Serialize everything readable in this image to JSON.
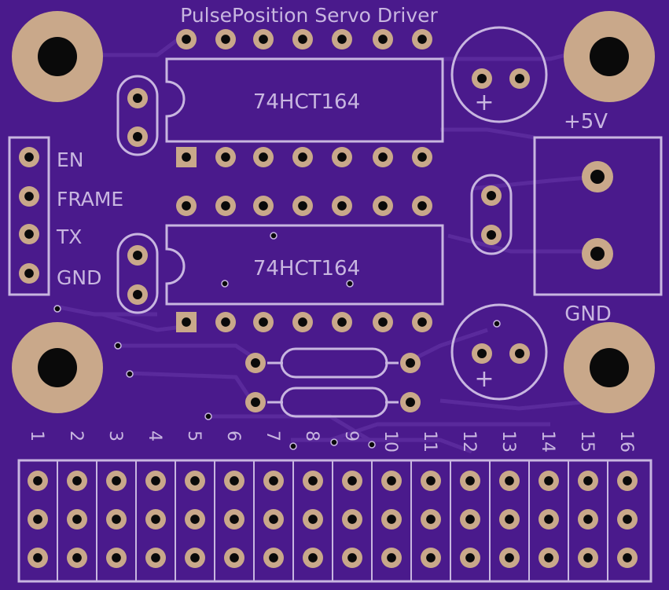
{
  "board": {
    "title": "PulsePosition Servo Driver",
    "chip_labels": [
      "74HCT164",
      "74HCT164"
    ],
    "power_plus_label": "+5V",
    "power_gnd_label": "GND",
    "cap_polarity_symbol": "+",
    "header_pins": [
      "EN",
      "FRAME",
      "TX",
      "GND"
    ],
    "servo_channels": [
      "1",
      "2",
      "3",
      "4",
      "5",
      "6",
      "7",
      "8",
      "9",
      "10",
      "11",
      "12",
      "13",
      "14",
      "15",
      "16"
    ]
  },
  "colors": {
    "board": "#4a1a8c",
    "silk": "#c8b6e0",
    "pad": "#c9a88a",
    "hole": "#0a0a0a",
    "trace": "#5a2a9c"
  }
}
